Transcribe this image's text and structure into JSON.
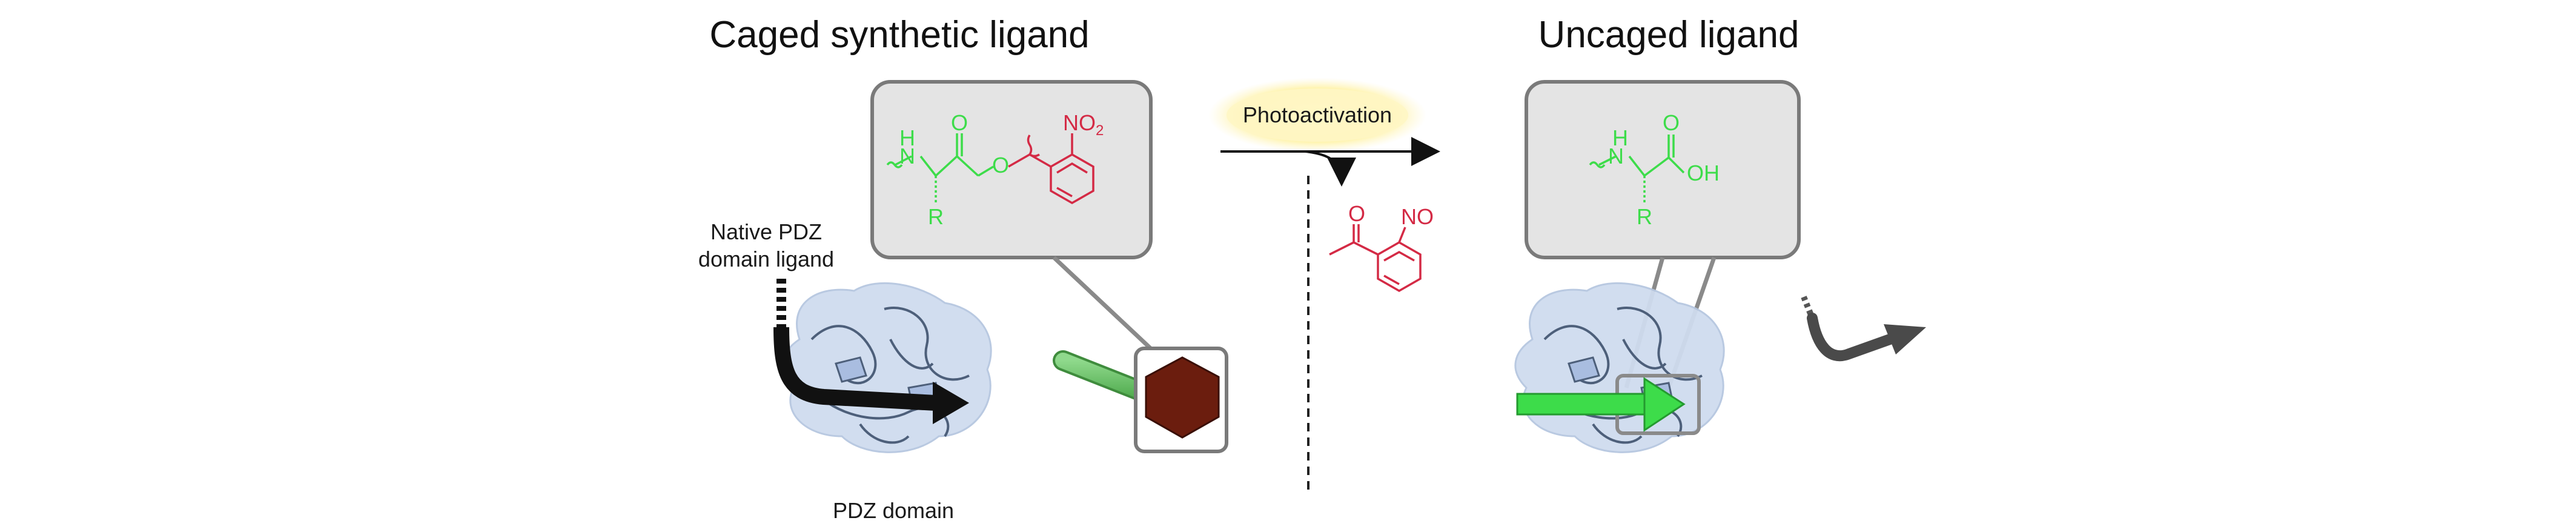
{
  "titles": {
    "left": "Caged synthetic ligand",
    "right": "Uncaged ligand"
  },
  "labels": {
    "native_line1": "Native PDZ",
    "native_line2": "domain ligand",
    "pdz_domain": "PDZ domain",
    "photoactivation": "Photoactivation"
  },
  "chem": {
    "caged": {
      "nh_h": "H",
      "nh_n": "N",
      "carbonyl_o": "O",
      "ester_o": "O",
      "r_group": "R",
      "no2_main": "NO",
      "no2_sub": "2"
    },
    "byproduct": {
      "carbonyl_o": "O",
      "nitroso": "NO"
    },
    "uncaged": {
      "nh_h": "H",
      "nh_n": "N",
      "carbonyl_o": "O",
      "oh": "OH",
      "r_group": "R"
    }
  },
  "colors": {
    "ligand_green": "#3ddc4a",
    "cage_red": "#d42a45",
    "box_fill": "#e4e4e4",
    "box_stroke": "#7a7a7a",
    "protein_surface": "#c9d8ec",
    "protein_ribbon": "#9db3d6",
    "cage_brown": "#6b1d0e",
    "glow": "#fff6b8"
  }
}
